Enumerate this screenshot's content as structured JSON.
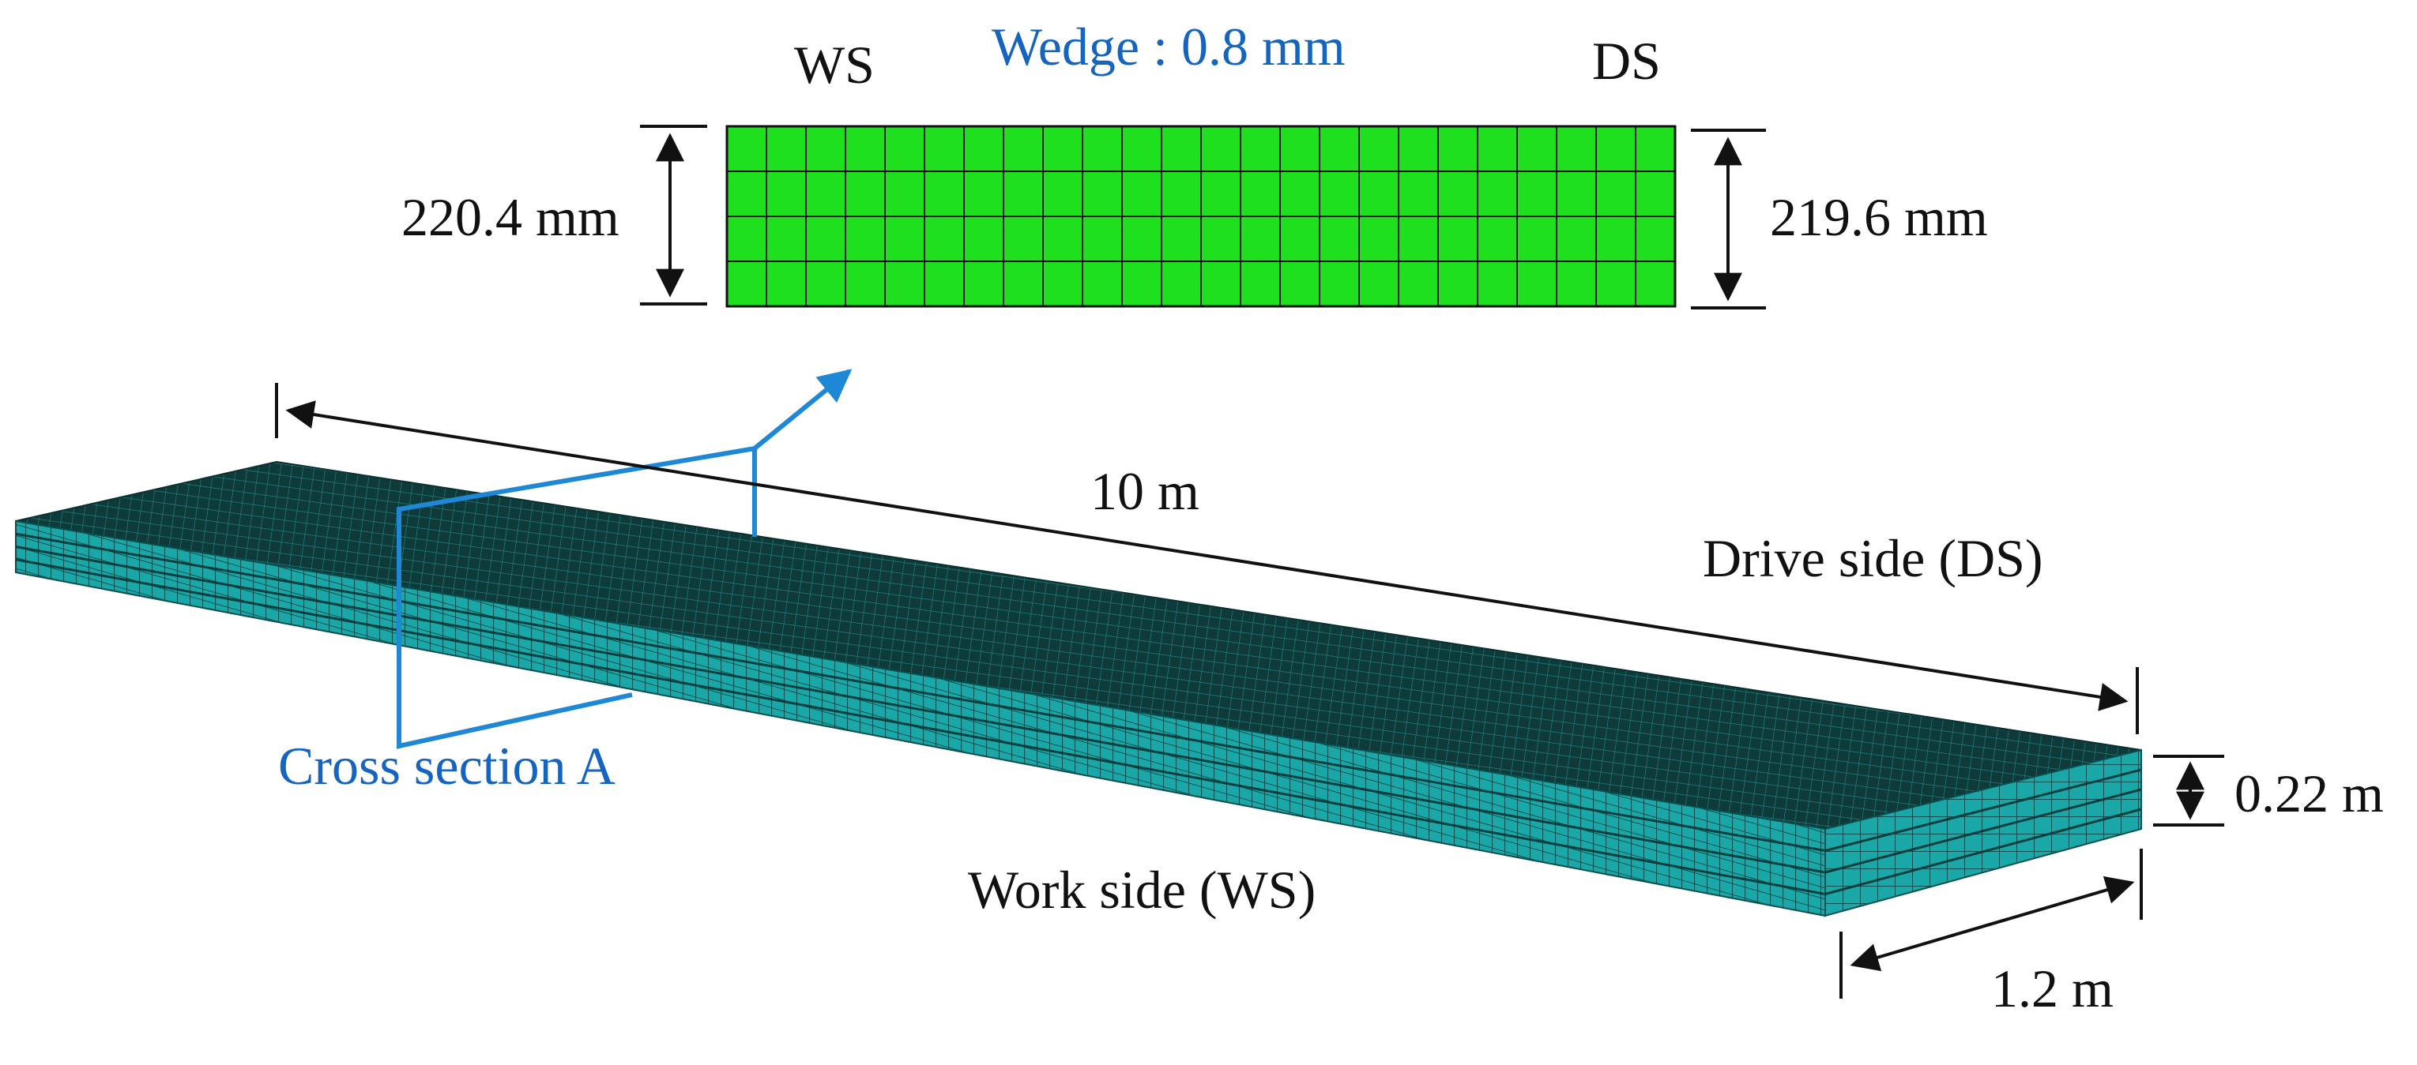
{
  "section": {
    "label_left": "WS",
    "label_right": "DS",
    "wedge_label": "Wedge : 0.8 mm",
    "height_left": "220.4 mm",
    "height_right": "219.6 mm",
    "grid_columns": 24,
    "grid_rows": 4
  },
  "slab": {
    "length_label": "10 m",
    "thickness_label": "0.22 m",
    "width_label": "1.2 m",
    "drive_side_label": "Drive side (DS)",
    "work_side_label": "Work side (WS)",
    "cross_section_label": "Cross section A"
  },
  "colors": {
    "mesh_green": "#1fe01f",
    "mesh_top": "#0f3a3a",
    "mesh_side": "#1aa7a7",
    "annotation_blue": "#1565c0",
    "ink": "#111111"
  }
}
